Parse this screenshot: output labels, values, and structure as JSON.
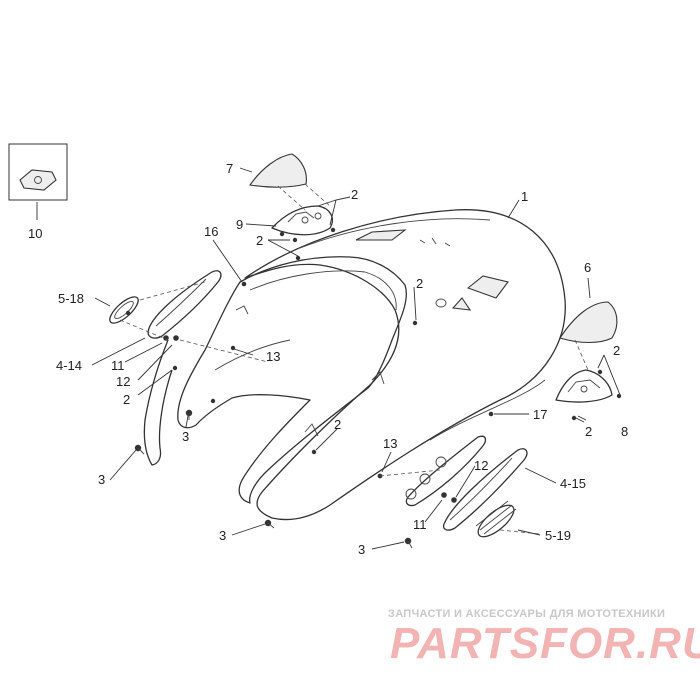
{
  "callouts": [
    {
      "id": "c1",
      "text": "1"
    },
    {
      "id": "c2a",
      "text": "2"
    },
    {
      "id": "c2b",
      "text": "2"
    },
    {
      "id": "c2c",
      "text": "2"
    },
    {
      "id": "c2d",
      "text": "2"
    },
    {
      "id": "c2e",
      "text": "2"
    },
    {
      "id": "c2f",
      "text": "2"
    },
    {
      "id": "c2g",
      "text": "2"
    },
    {
      "id": "c3a",
      "text": "3"
    },
    {
      "id": "c3b",
      "text": "3"
    },
    {
      "id": "c3c",
      "text": "3"
    },
    {
      "id": "c3d",
      "text": "3"
    },
    {
      "id": "c414",
      "text": "4-14"
    },
    {
      "id": "c415",
      "text": "4-15"
    },
    {
      "id": "c518",
      "text": "5-18"
    },
    {
      "id": "c519",
      "text": "5-19"
    },
    {
      "id": "c6",
      "text": "6"
    },
    {
      "id": "c7",
      "text": "7"
    },
    {
      "id": "c8",
      "text": "8"
    },
    {
      "id": "c9",
      "text": "9"
    },
    {
      "id": "c10",
      "text": "10"
    },
    {
      "id": "c11a",
      "text": "11"
    },
    {
      "id": "c11b",
      "text": "11"
    },
    {
      "id": "c12a",
      "text": "12"
    },
    {
      "id": "c12b",
      "text": "12"
    },
    {
      "id": "c13a",
      "text": "13"
    },
    {
      "id": "c13b",
      "text": "13"
    },
    {
      "id": "c16",
      "text": "16"
    },
    {
      "id": "c17",
      "text": "17"
    }
  ],
  "watermark": {
    "subtitle": "ЗАПЧАСТИ И АКСЕССУАРЫ ДЛЯ МОТОТЕХНИКИ",
    "logo": "PARTSFOR.RU"
  }
}
